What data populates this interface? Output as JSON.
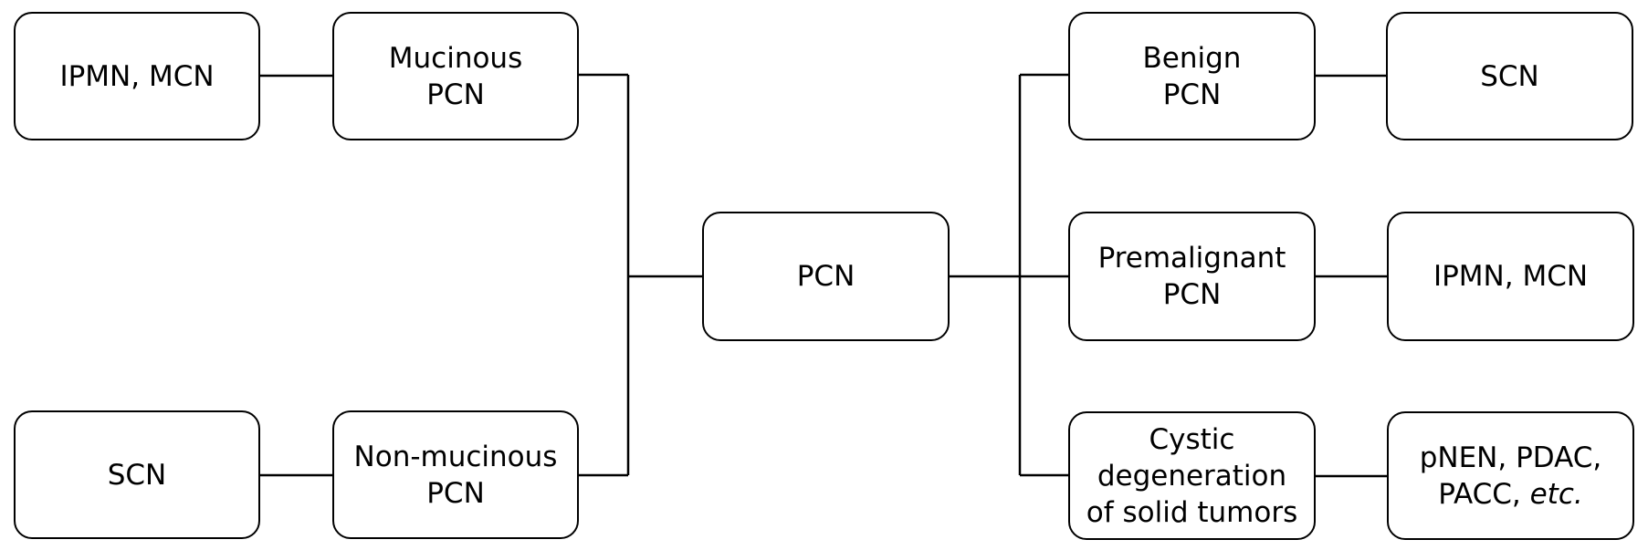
{
  "left": {
    "top_leaf": "IPMN, MCN",
    "mucinous": "Mucinous\nPCN",
    "bottom_leaf": "SCN",
    "non_mucinous": "Non-mucinous\nPCN"
  },
  "center": {
    "root": "PCN"
  },
  "right": {
    "benign": "Benign\nPCN",
    "benign_leaf": "SCN",
    "premalignant": "Premalignant\nPCN",
    "premalignant_leaf": "IPMN, MCN",
    "cystic": "Cystic\ndegeneration\nof solid tumors",
    "cystic_leaf_main": "pNEN, PDAC,\nPACC, ",
    "cystic_leaf_italic": "etc."
  }
}
